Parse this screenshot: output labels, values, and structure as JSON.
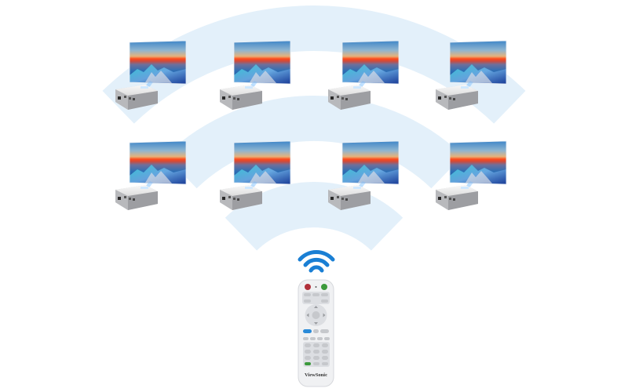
{
  "scene": {
    "title": "Remote control of multiple projectors via wireless signal",
    "background": "#ffffff",
    "signal_arc_color": "#e3f0fa",
    "wifi_icon_color": "#1a7fd4"
  },
  "signal_arcs": [
    {
      "name": "large",
      "outer_r": 388,
      "inner_r": 330
    },
    {
      "name": "medium",
      "outer_r": 273,
      "inner_r": 215
    },
    {
      "name": "small",
      "outer_r": 163,
      "inner_r": 105
    }
  ],
  "projector_grid": {
    "rows": 2,
    "columns": 4,
    "count": 8,
    "units": [
      {
        "row": 1,
        "col": 1,
        "icon": "projector-with-landscape-screen"
      },
      {
        "row": 1,
        "col": 2,
        "icon": "projector-with-landscape-screen"
      },
      {
        "row": 1,
        "col": 3,
        "icon": "projector-with-landscape-screen"
      },
      {
        "row": 1,
        "col": 4,
        "icon": "projector-with-landscape-screen"
      },
      {
        "row": 2,
        "col": 1,
        "icon": "projector-with-landscape-screen"
      },
      {
        "row": 2,
        "col": 2,
        "icon": "projector-with-landscape-screen"
      },
      {
        "row": 2,
        "col": 3,
        "icon": "projector-with-landscape-screen"
      },
      {
        "row": 2,
        "col": 4,
        "icon": "projector-with-landscape-screen"
      }
    ]
  },
  "remote": {
    "brand": "ViewSonic",
    "icon": "wifi-signal-icon",
    "power_button_color": "#b0303a",
    "source_button_color": "#3c9a3c",
    "highlight_button_color": "#2a8ad8",
    "body_color": "#f0f1f3"
  }
}
